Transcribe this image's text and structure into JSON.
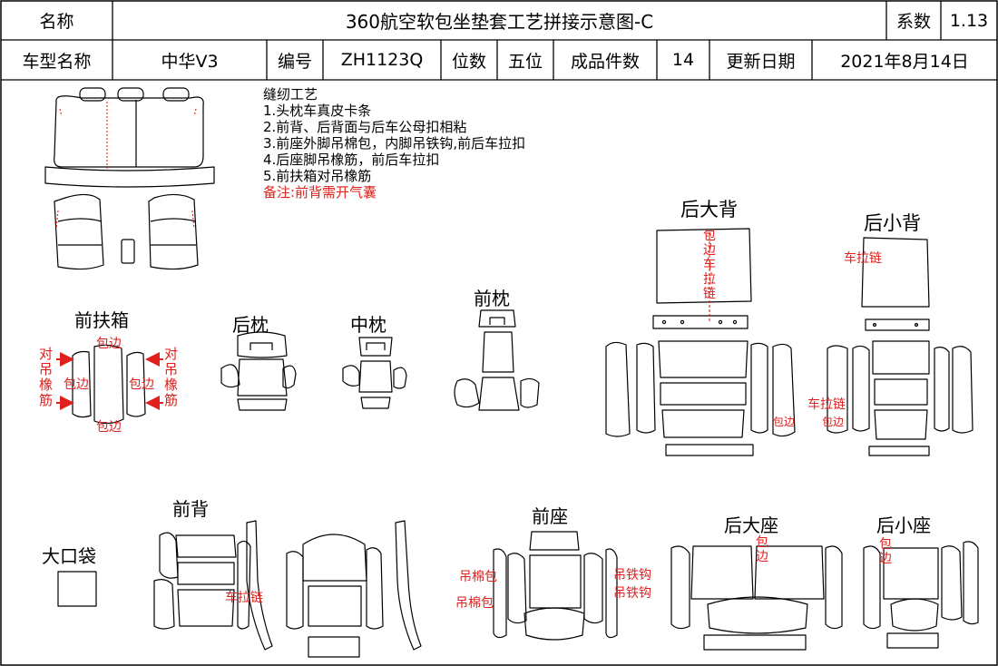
{
  "header": {
    "name_label": "名称",
    "title": "360航空软包坐垫套工艺拼接示意图-C",
    "coef_label": "系数",
    "coef_value": "1.13",
    "model_label": "车型名称",
    "model_value": "中华V3",
    "code_label": "编号",
    "code_value": "ZH1123Q",
    "seats_label": "位数",
    "seats_value": "五位",
    "pieces_label": "成品件数",
    "pieces_value": "14",
    "date_label": "更新日期",
    "date_value": "2021年8月14日"
  },
  "notes": {
    "heading": "缝纫工艺",
    "items": [
      "1.头枕车真皮卡条",
      "2.前背、后背面与后车公母扣相粘",
      "3.前座外脚吊棉包，内脚吊铁钩,前后车拉扣",
      "4.后座脚吊橡筋，前后车拉扣",
      "5.前扶箱对吊橡筋"
    ],
    "remark": "备注:前背需开气囊"
  },
  "parts": {
    "front_armrest": "前扶箱",
    "rear_headrest": "后枕",
    "mid_headrest": "中枕",
    "front_headrest": "前枕",
    "rear_big_back": "后大背",
    "rear_small_back": "后小背",
    "front_back": "前背",
    "big_pocket": "大口袋",
    "front_seat": "前座",
    "rear_big_seat": "后大座",
    "rear_small_seat": "后小座"
  },
  "annotations": {
    "binding": "包边",
    "pair_elastic": "对吊橡筋",
    "car_zipper": "车拉链",
    "binding_car_zipper": "包边车拉链",
    "cotton_pack": "吊棉包",
    "iron_hook": "吊铁钩"
  },
  "colors": {
    "line": "#000000",
    "annotation": "#e0201c",
    "background": "#ffffff"
  }
}
